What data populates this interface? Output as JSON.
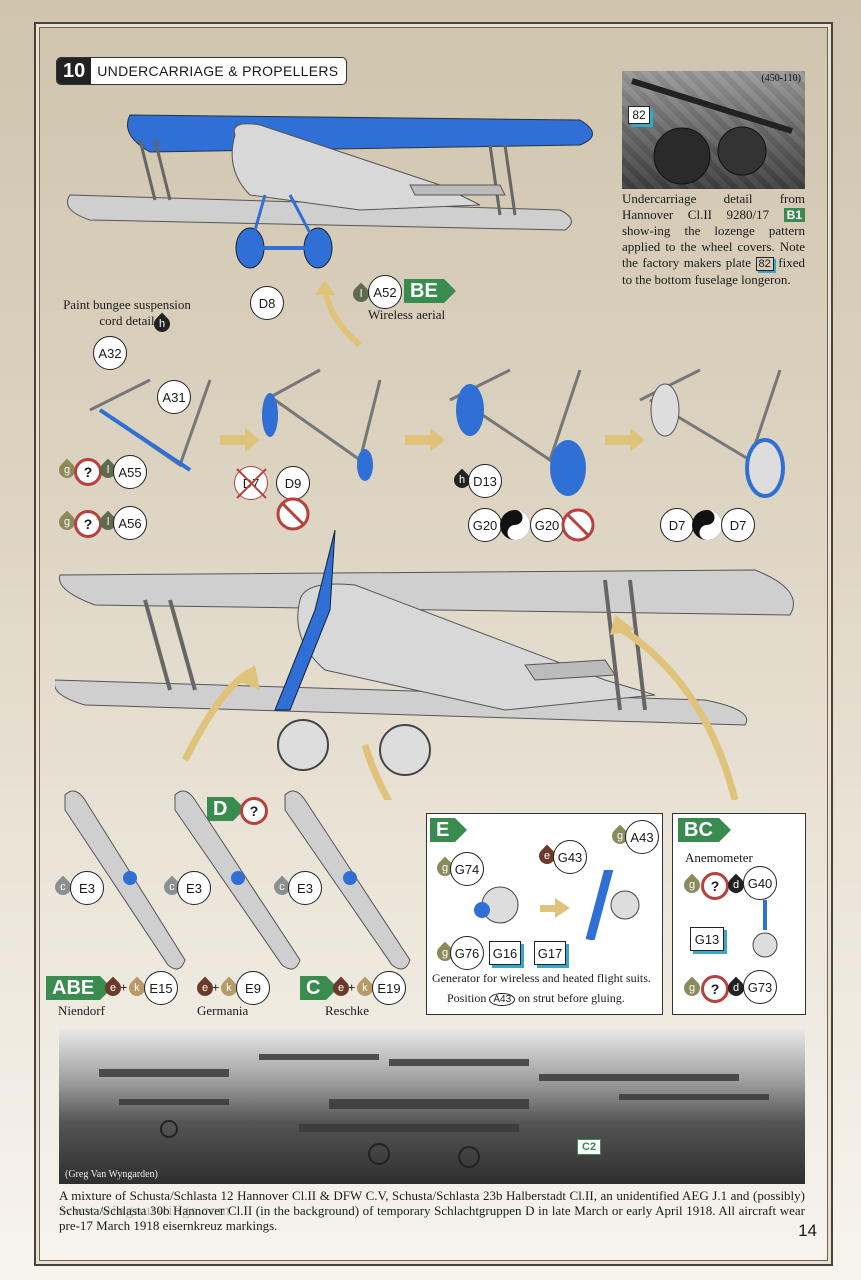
{
  "step": {
    "number": "10",
    "title": "UNDERCARRIAGE & PROPELLERS"
  },
  "top_photo": {
    "code": "(450-110)",
    "plate_ref": "82",
    "caption_pre": "Undercarriage detail from Hannover Cl.II 9280/17",
    "caption_badge": "B1",
    "caption_mid": "show-ing the lozenge pattern applied to the wheel covers. Note the factory makers plate",
    "caption_plate": "82",
    "caption_post": "fixed to the bottom fuselage longeron."
  },
  "top_aircraft": {
    "callout_d8": "D8",
    "paint_ref": "l",
    "part_a52": "A52",
    "variant_be": "BE",
    "wireless_label": "Wireless aerial"
  },
  "bungee": {
    "label": "Paint bungee suspension cord detail",
    "paint": "h"
  },
  "sequence": {
    "a32": "A32",
    "a31": "A31",
    "a55": "A55",
    "a56": "A56",
    "paint_g": "g",
    "paint_q": "?",
    "paint_l": "l",
    "d7": "D7",
    "d9": "D9",
    "d13_paint": "h",
    "d13": "D13",
    "g20a": "G20",
    "g20b": "G20",
    "d7a": "D7",
    "d7b": "D7"
  },
  "propellers": {
    "variant_d": "D",
    "q": "?",
    "e3_paint": "c",
    "e3": "E3",
    "prop1": {
      "variants": "ABE",
      "paint1": "e",
      "plus": "+",
      "paint2": "k",
      "part": "E15",
      "name": "Niendorf"
    },
    "prop2": {
      "paint1": "e",
      "plus": "+",
      "paint2": "k",
      "part": "E9",
      "name": "Germania"
    },
    "prop3": {
      "variants": "C",
      "paint1": "e",
      "plus": "+",
      "paint2": "k",
      "part": "E19",
      "name": "Reschke"
    }
  },
  "box_e": {
    "variant": "E",
    "g74_paint": "g",
    "g74": "G74",
    "g43_paint": "e",
    "g43": "G43",
    "a43_paint": "g",
    "a43": "A43",
    "g76_paint": "g",
    "g76": "G76",
    "g16": "G16",
    "g17": "G17",
    "note1": "Generator for wireless and heated flight suits.",
    "note2_pre": "Position",
    "note2_ref": "A43",
    "note2_post": "on strut before gluing."
  },
  "box_bc": {
    "variant": "BC",
    "label": "Anemometer",
    "g40_paint_g": "g",
    "q": "?",
    "g40_paint_d": "d",
    "g40": "G40",
    "g13": "G13",
    "g73": "G73"
  },
  "bottom_photo": {
    "credit": "(Greg Van Wyngarden)",
    "marker": "C2",
    "caption": "A mixture of Schusta/Schlasta 12 Hannover Cl.II & DFW C.V, Schusta/Schlasta 23b Halberstadt Cl.II, an unidentified AEG J.1 and (possibly) Schusta/Schlasta 30b Hannover Cl.II (in the background) of temporary Schlachtgruppen D in late March or early April 1918. All aircraft wear pre-17 March 1918 eisernkreuz markings.",
    "watermark": "www.wingnutwings.com"
  },
  "page_number": "14",
  "colors": {
    "blue": "#2f6fd6",
    "green": "#3a8b4f",
    "red": "#b8403d",
    "cyan": "#3aa7c9",
    "gold": "#e0c37a"
  }
}
